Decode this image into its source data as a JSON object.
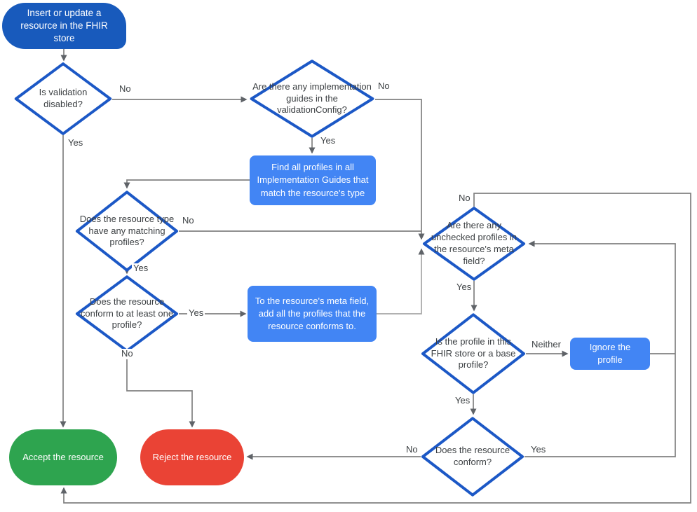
{
  "diagram": {
    "type": "flowchart",
    "colors": {
      "start_node": "#185abc",
      "process_node": "#4285f4",
      "decision_border": "#1c58c6",
      "accept_node": "#2ea44f",
      "reject_node": "#ea4335",
      "connector": "#808080",
      "arrowhead": "#5f6368",
      "text_dark": "#3c4043",
      "text_light": "#ffffff"
    },
    "nodes": {
      "start": {
        "label": "Insert or update a resource in the FHIR store"
      },
      "validation_disabled": {
        "label": "Is validation disabled?"
      },
      "implementation_guides": {
        "label": "Are there any implementation guides in the validationConfig?"
      },
      "find_profiles": {
        "label": "Find all profiles in all Implementation Guides that match the resource's type"
      },
      "matching_profiles": {
        "label": "Does the resource type have any matching profiles?"
      },
      "conforms_one": {
        "label": "Does the resource conform to at least one profile?"
      },
      "add_profiles": {
        "label": "To the resource's meta field, add all the profiles that the resource conforms to."
      },
      "unchecked_profiles": {
        "label": "Are there any unchecked profiles in the resource's meta field?"
      },
      "profile_in_store": {
        "label": "Is the profile in this FHIR store or a base profile?"
      },
      "ignore_profile": {
        "label": "Ignore the profile"
      },
      "resource_conform": {
        "label": "Does the resource conform?"
      },
      "accept": {
        "label": "Accept the resource"
      },
      "reject": {
        "label": "Reject the resource"
      }
    },
    "edge_labels": {
      "validation_no": "No",
      "validation_yes": "Yes",
      "guides_no": "No",
      "guides_yes": "Yes",
      "matching_no": "No",
      "matching_yes": "Yes",
      "conforms_yes": "Yes",
      "conforms_no": "No",
      "unchecked_no": "No",
      "unchecked_yes": "Yes",
      "profile_neither": "Neither",
      "profile_yes": "Yes",
      "conform_no": "No",
      "conform_yes": "Yes"
    }
  }
}
